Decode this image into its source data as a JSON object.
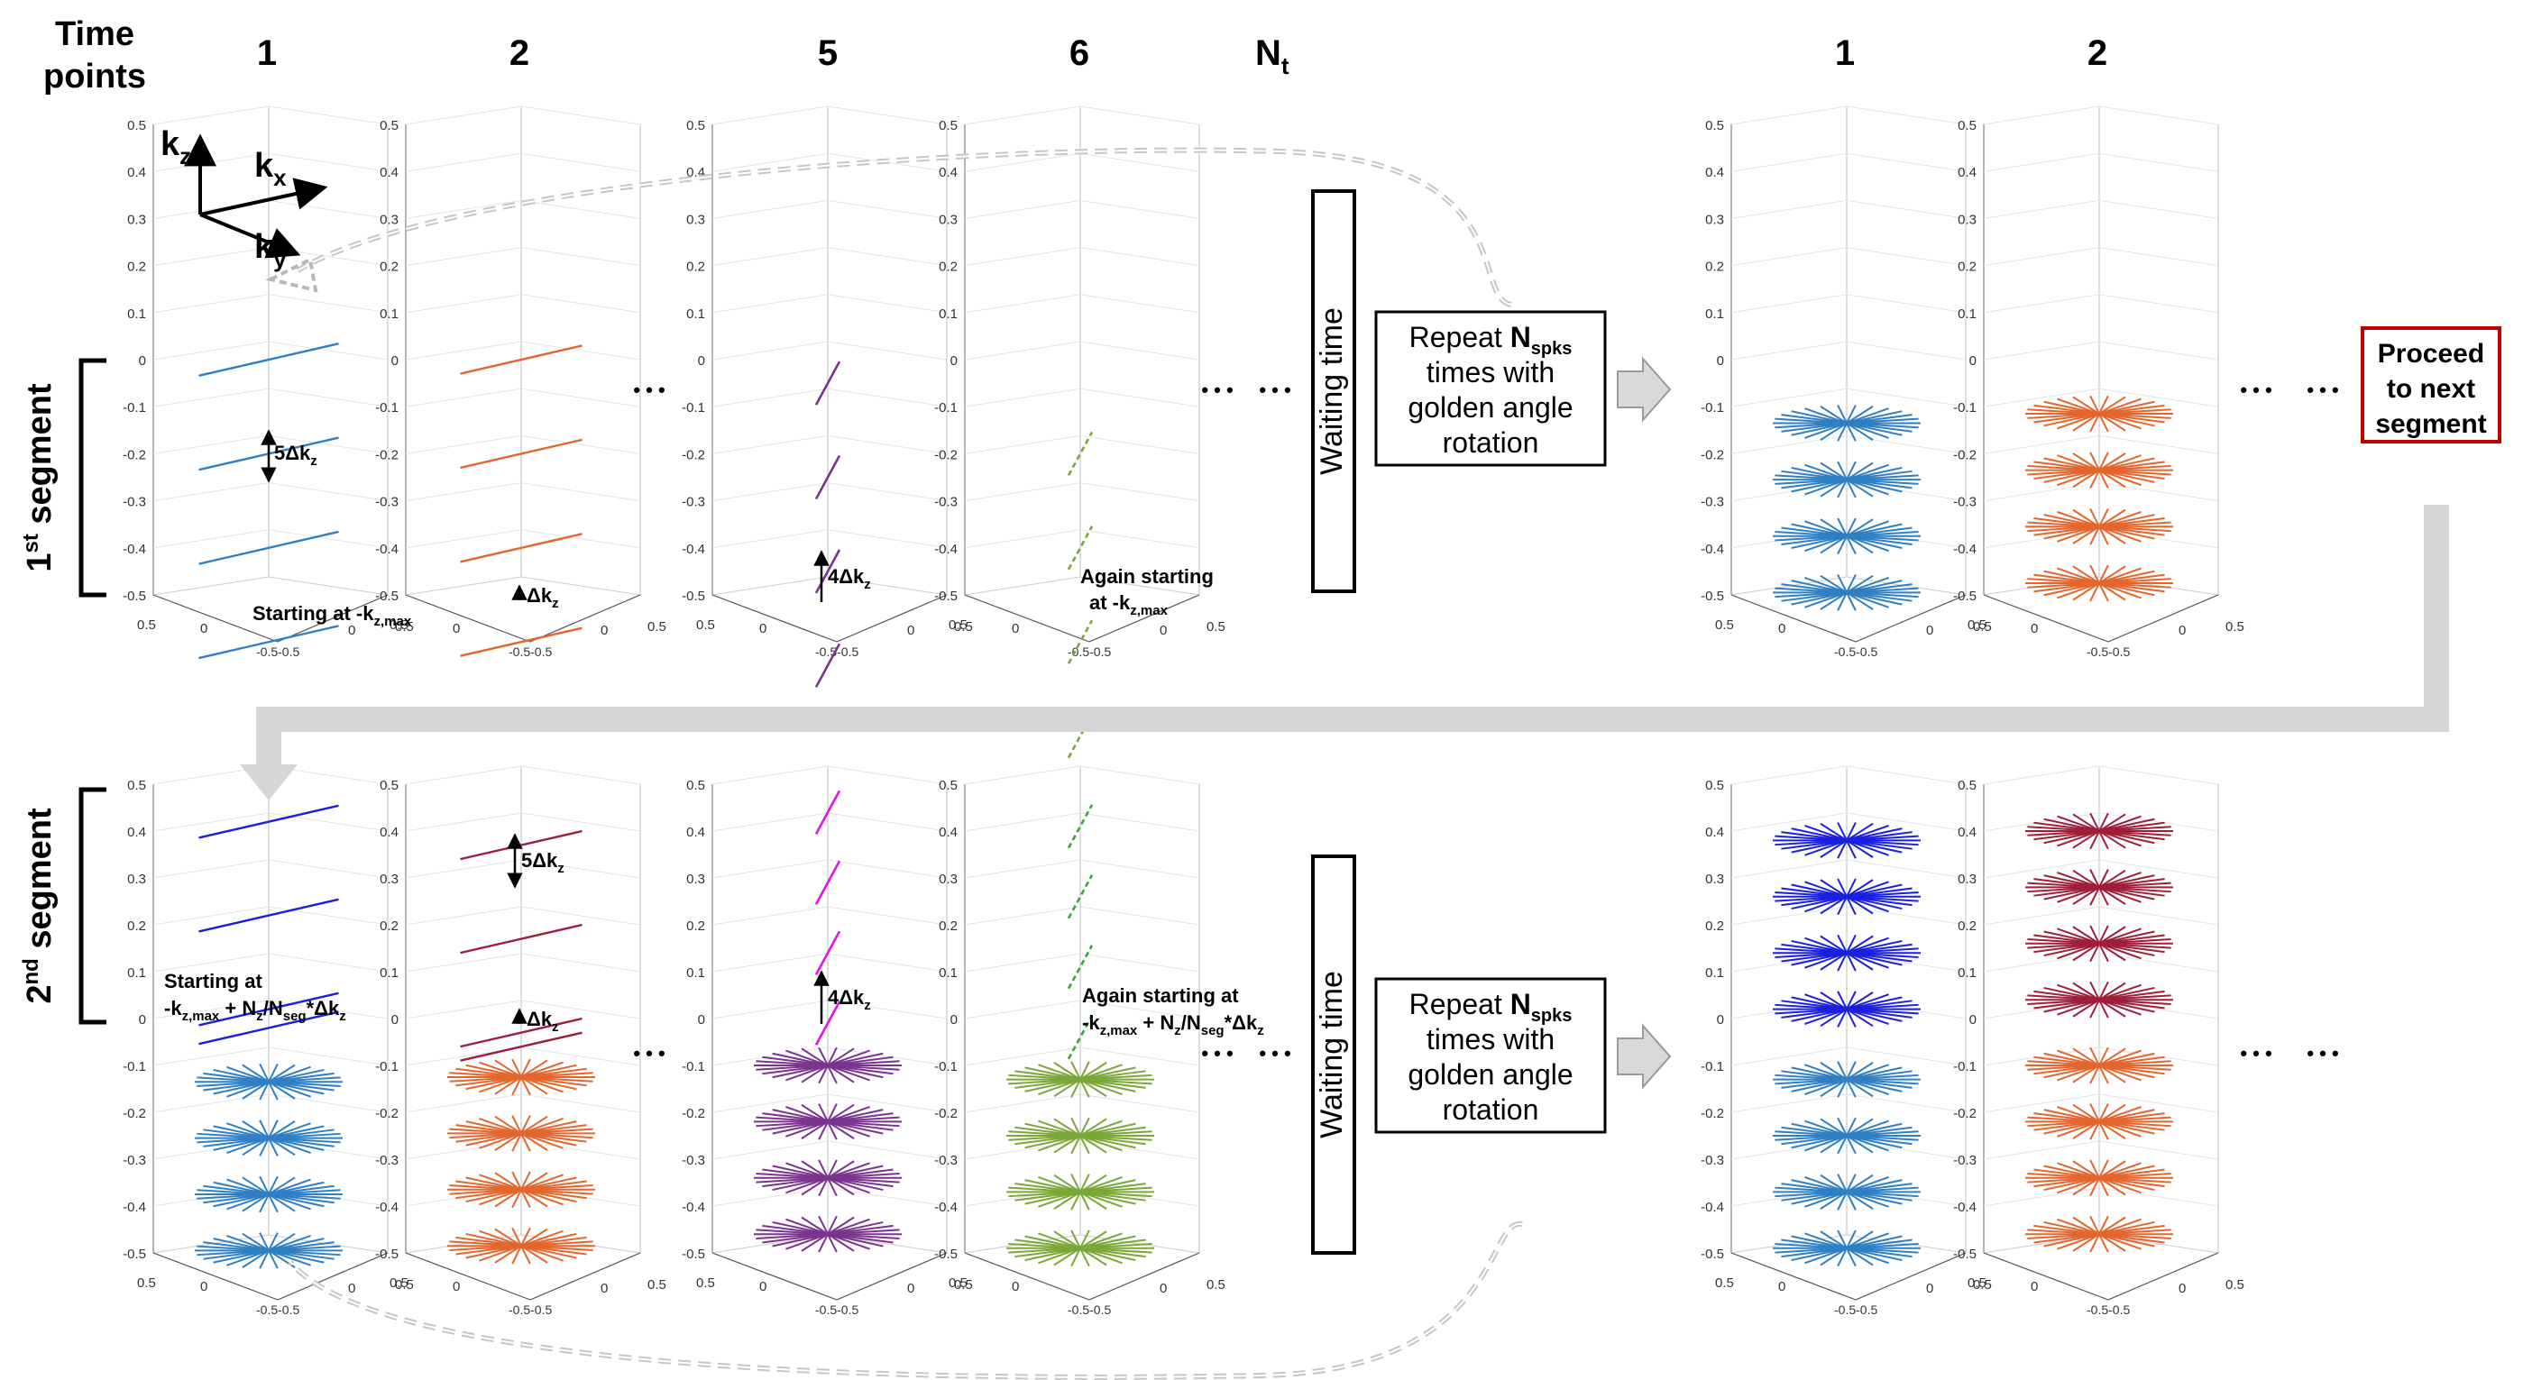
{
  "header": {
    "time_points_line1": "Time",
    "time_points_line2": "points",
    "cols": [
      "1",
      "2",
      "5",
      "6"
    ],
    "nt_main": "N",
    "nt_sub": "t",
    "right_cols": [
      "1",
      "2"
    ]
  },
  "axes": {
    "ticks": [
      "0.5",
      "0.4",
      "0.3",
      "0.2",
      "0.1",
      "0",
      "-0.1",
      "-0.2",
      "-0.3",
      "-0.4",
      "-0.5"
    ],
    "base_left": "0.5",
    "base_mid": "0",
    "base_bottom": "-0.5-0.5",
    "base_right": "0.5"
  },
  "coord_labels": {
    "kz": "k",
    "kz_sub": "z",
    "kx": "k",
    "kx_sub": "x",
    "ky": "k",
    "ky_sub": "y"
  },
  "segments": {
    "first_main": "1",
    "first_sup": "st",
    "first_rest": " segment",
    "second_main": "2",
    "second_sup": "nd",
    "second_rest": " segment"
  },
  "annotations": {
    "five_dkz": "5Δk",
    "four_dkz": "4Δk",
    "dkz": "Δk",
    "z_sub": "z",
    "starting_at": "Starting at -k",
    "starting_at_sub": "z,max",
    "again_line1": "Again starting",
    "again_line2": "at -k",
    "again_line2_sub": "z,max",
    "start2_line1": "Starting at",
    "again2_line1": "Again starting at",
    "formula_a": "-k",
    "formula_a_sub": "z,max",
    "formula_b": " + N",
    "formula_b_sub": "z",
    "formula_c": "/N",
    "formula_c_sub": "seg",
    "formula_d": "*Δk",
    "formula_d_sub": "z"
  },
  "ellipsis": "• • •",
  "waiting_time": "Waiting time",
  "repeat_box": {
    "line1_a": "Repeat ",
    "line1_b": "N",
    "line1_sub": "spks",
    "line2": "times with",
    "line3": "golden angle",
    "line4": "rotation"
  },
  "proceed_box": {
    "line1": "Proceed",
    "line2": "to next",
    "line3": "segment"
  },
  "colors": {
    "blue": "#2f7fc4",
    "orange": "#e2662d",
    "purple": "#7a3490",
    "green": "#7aa737",
    "dark_blue": "#1b1fe0",
    "dark_red": "#9e1f3a",
    "magenta": "#e014e8",
    "dark_green": "#38a83a",
    "proceed_border": "#c00000",
    "arrow_gray": "#d0d0d0"
  }
}
